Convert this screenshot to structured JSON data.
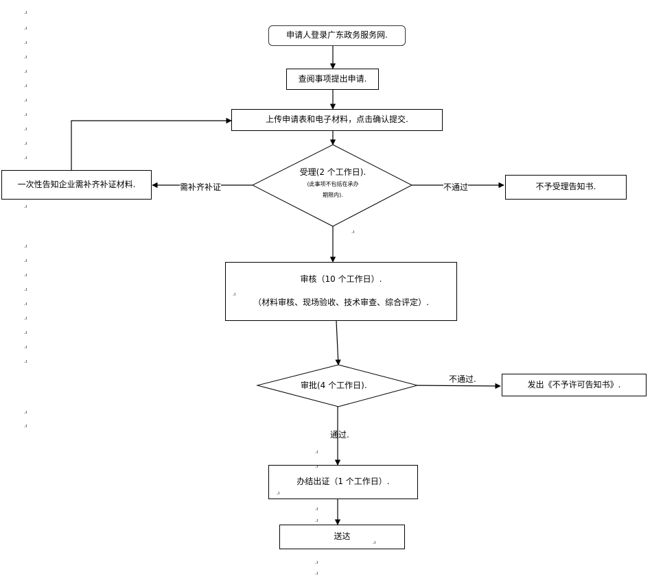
{
  "nodes": {
    "login": "申请人登录广东政务服务网.",
    "consult": "查阅事项提出申请.",
    "upload": "上传申请表和电子材料，点击确认提交.",
    "accept_title": "受理(2 个工作日).",
    "accept_note_1": "(此事项不包括在承办",
    "accept_note_2": "期限内).",
    "notify_once": "一次性告知企业需补齐补证材料.",
    "reject_accept": "不予受理告知书.",
    "review_title": "审核（10 个工作日）.",
    "review_detail": "（材料审核、现场验收、技术审查、综合评定）.",
    "approve": "审批(4 个工作日).",
    "reject_permit": "发出《不予许可告知书》.",
    "certificate": "办结出证（1 个工作日）.",
    "deliver": "送达"
  },
  "edges": {
    "need_supplement": "需补齐补证",
    "not_pass_1": "不通过",
    "not_pass_2": "不通过.",
    "pass": "通过."
  },
  "marks": {
    "glyph": ".ı"
  }
}
